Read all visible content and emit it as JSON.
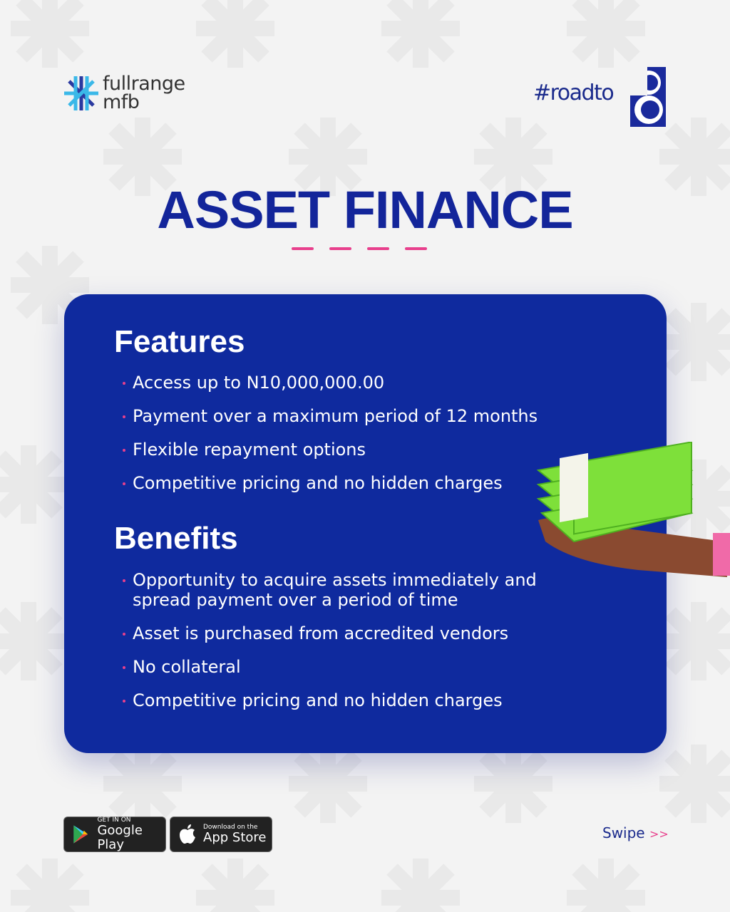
{
  "brand": {
    "name_line1": "fullrange",
    "name_line2": "mfb",
    "tagline": "#roadto",
    "tagline_number": "8"
  },
  "title": "ASSET FINANCE",
  "features": {
    "heading": "Features",
    "items": [
      "Access up to N10,000,000.00",
      "Payment over a maximum period of 12 months",
      "Flexible repayment options",
      "Competitive pricing and no hidden charges"
    ]
  },
  "benefits": {
    "heading": "Benefits",
    "items": [
      "Opportunity to acquire assets immediately and spread payment over a period of time",
      "Asset is purchased from accredited vendors",
      "No collateral",
      "Competitive pricing and no hidden charges"
    ]
  },
  "stores": {
    "google_small": "GET IN ON",
    "google_large": "Google Play",
    "apple_small": "Download on the",
    "apple_large": "App Store"
  },
  "swipe": {
    "label": "Swipe",
    "arrows": ">>"
  },
  "colors": {
    "primary": "#0f2a9e",
    "accent": "#e83f8c",
    "background": "#f3f3f3"
  }
}
